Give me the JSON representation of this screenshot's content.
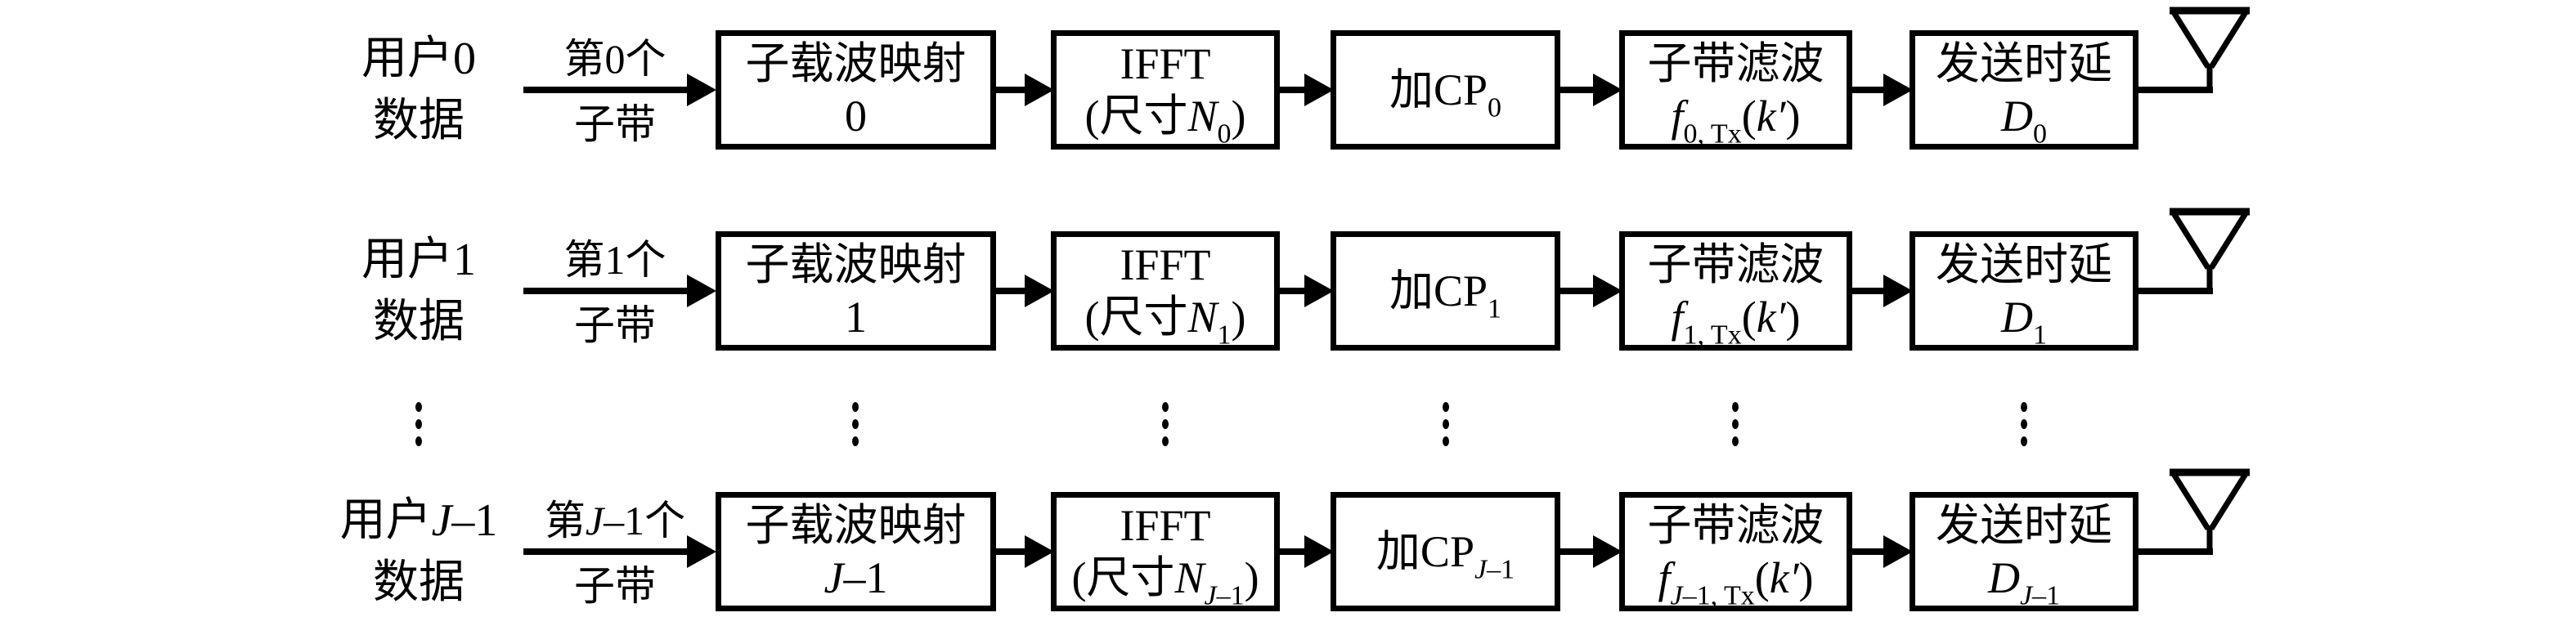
{
  "colors": {
    "background": "#ffffff",
    "line": "#000000"
  },
  "ellipsis": {
    "columns": 6,
    "glyph": "⋮"
  },
  "rows": [
    {
      "user_prefix": "用户",
      "user_var": "",
      "user_index": "0",
      "user_line2": "数据",
      "band_prefix": "第",
      "band_var": "",
      "band_index": "0",
      "band_suffix": "个",
      "band_line2": "子带",
      "mapper_title": "子载波映射",
      "mapper_var": "",
      "mapper_index": "0",
      "ifft_title": "IFFT",
      "ifft_open": "(尺寸",
      "ifft_symbol": "N",
      "ifft_sub_var": "",
      "ifft_sub": "0",
      "ifft_close": ")",
      "cp_label": "加CP",
      "cp_sub_var": "",
      "cp_sub": "0",
      "filter_title": "子带滤波",
      "filter_symbol": "f",
      "filter_sub_var": "",
      "filter_sub": "0, Tx",
      "filter_open": "(",
      "filter_arg": "k′",
      "filter_close": ")",
      "delay_title": "发送时延",
      "delay_symbol": "D",
      "delay_sub_var": "",
      "delay_sub": "0"
    },
    {
      "user_prefix": "用户",
      "user_var": "",
      "user_index": "1",
      "user_line2": "数据",
      "band_prefix": "第",
      "band_var": "",
      "band_index": "1",
      "band_suffix": "个",
      "band_line2": "子带",
      "mapper_title": "子载波映射",
      "mapper_var": "",
      "mapper_index": "1",
      "ifft_title": "IFFT",
      "ifft_open": "(尺寸",
      "ifft_symbol": "N",
      "ifft_sub_var": "",
      "ifft_sub": "1",
      "ifft_close": ")",
      "cp_label": "加CP",
      "cp_sub_var": "",
      "cp_sub": "1",
      "filter_title": "子带滤波",
      "filter_symbol": "f",
      "filter_sub_var": "",
      "filter_sub": "1, Tx",
      "filter_open": "(",
      "filter_arg": "k′",
      "filter_close": ")",
      "delay_title": "发送时延",
      "delay_symbol": "D",
      "delay_sub_var": "",
      "delay_sub": "1"
    },
    {
      "user_prefix": "用户",
      "user_var": "J",
      "user_index": "–1",
      "user_line2": "数据",
      "band_prefix": "第",
      "band_var": "J",
      "band_index": "–1",
      "band_suffix": "个",
      "band_line2": "子带",
      "mapper_title": "子载波映射",
      "mapper_var": "J",
      "mapper_index": "–1",
      "ifft_title": "IFFT",
      "ifft_open": "(尺寸",
      "ifft_symbol": "N",
      "ifft_sub_var": "J",
      "ifft_sub": "–1",
      "ifft_close": ")",
      "cp_label": "加CP",
      "cp_sub_var": "J",
      "cp_sub": "–1",
      "filter_title": "子带滤波",
      "filter_symbol": "f",
      "filter_sub_var": "J",
      "filter_sub": "–1, Tx",
      "filter_open": "(",
      "filter_arg": "k′",
      "filter_close": ")",
      "delay_title": "发送时延",
      "delay_symbol": "D",
      "delay_sub_var": "J",
      "delay_sub": "–1"
    }
  ]
}
